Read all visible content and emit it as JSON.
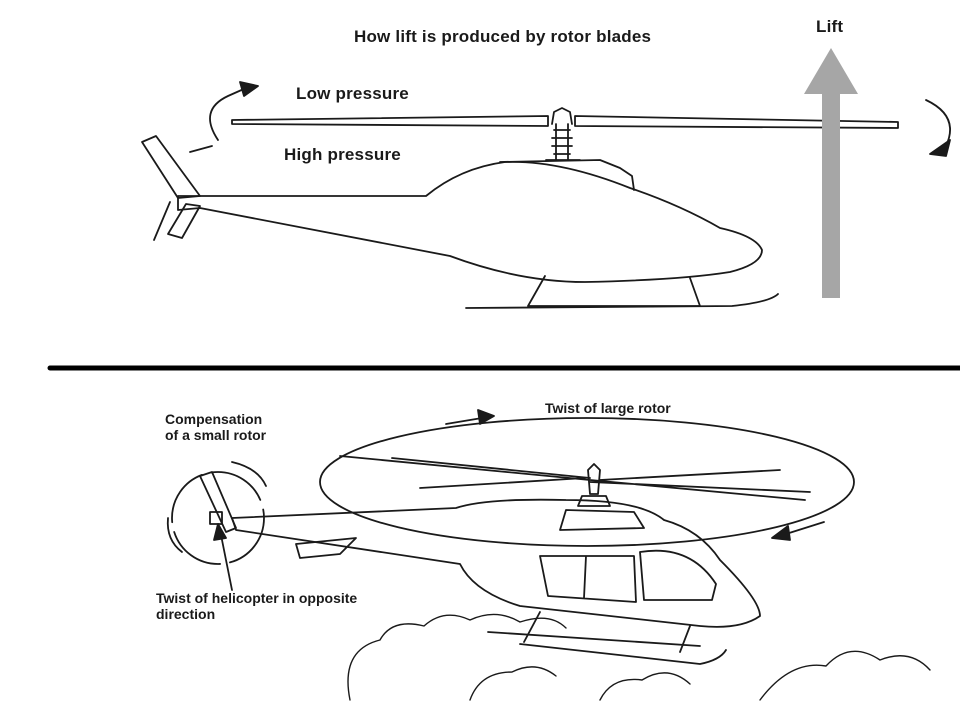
{
  "top_panel": {
    "title": "How lift is produced by rotor blades",
    "lift_label": "Lift",
    "low_pressure_label": "Low pressure",
    "high_pressure_label": "High pressure"
  },
  "bottom_panel": {
    "compensation_label": "Compensation\nof a small rotor",
    "twist_large_rotor_label": "Twist of large rotor",
    "twist_opposite_label": "Twist of helicopter in opposite\ndirection"
  },
  "colors": {
    "line": "#1a1a1a",
    "lift_arrow": "#a6a6a6",
    "divider": "#000000"
  }
}
